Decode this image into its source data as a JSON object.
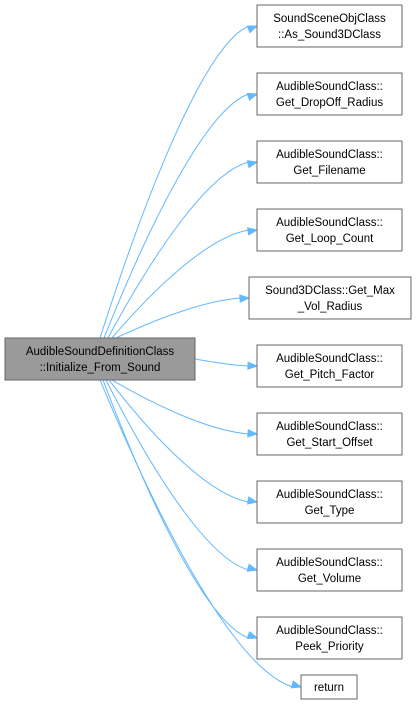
{
  "root": {
    "lines": [
      "AudibleSoundDefinitionClass",
      "::Initialize_From_Sound"
    ]
  },
  "callees": [
    {
      "id": "as-sound3d",
      "lines": [
        "SoundSceneObjClass",
        "::As_Sound3DClass"
      ]
    },
    {
      "id": "get-dropoff-radius",
      "lines": [
        "AudibleSoundClass::",
        "Get_DropOff_Radius"
      ]
    },
    {
      "id": "get-filename",
      "lines": [
        "AudibleSoundClass::",
        "Get_Filename"
      ]
    },
    {
      "id": "get-loop-count",
      "lines": [
        "AudibleSoundClass::",
        "Get_Loop_Count"
      ]
    },
    {
      "id": "get-max-vol-radius",
      "lines": [
        "Sound3DClass::Get_Max",
        "_Vol_Radius"
      ]
    },
    {
      "id": "get-pitch-factor",
      "lines": [
        "AudibleSoundClass::",
        "Get_Pitch_Factor"
      ]
    },
    {
      "id": "get-start-offset",
      "lines": [
        "AudibleSoundClass::",
        "Get_Start_Offset"
      ]
    },
    {
      "id": "get-type",
      "lines": [
        "AudibleSoundClass::",
        "Get_Type"
      ]
    },
    {
      "id": "get-volume",
      "lines": [
        "AudibleSoundClass::",
        "Get_Volume"
      ]
    },
    {
      "id": "peek-priority",
      "lines": [
        "AudibleSoundClass::",
        "Peek_Priority"
      ]
    },
    {
      "id": "return",
      "lines": [
        "return"
      ]
    }
  ],
  "colors": {
    "edge": "#63b8ff",
    "root_fill": "#9a9a9a",
    "node_border": "#666666"
  }
}
